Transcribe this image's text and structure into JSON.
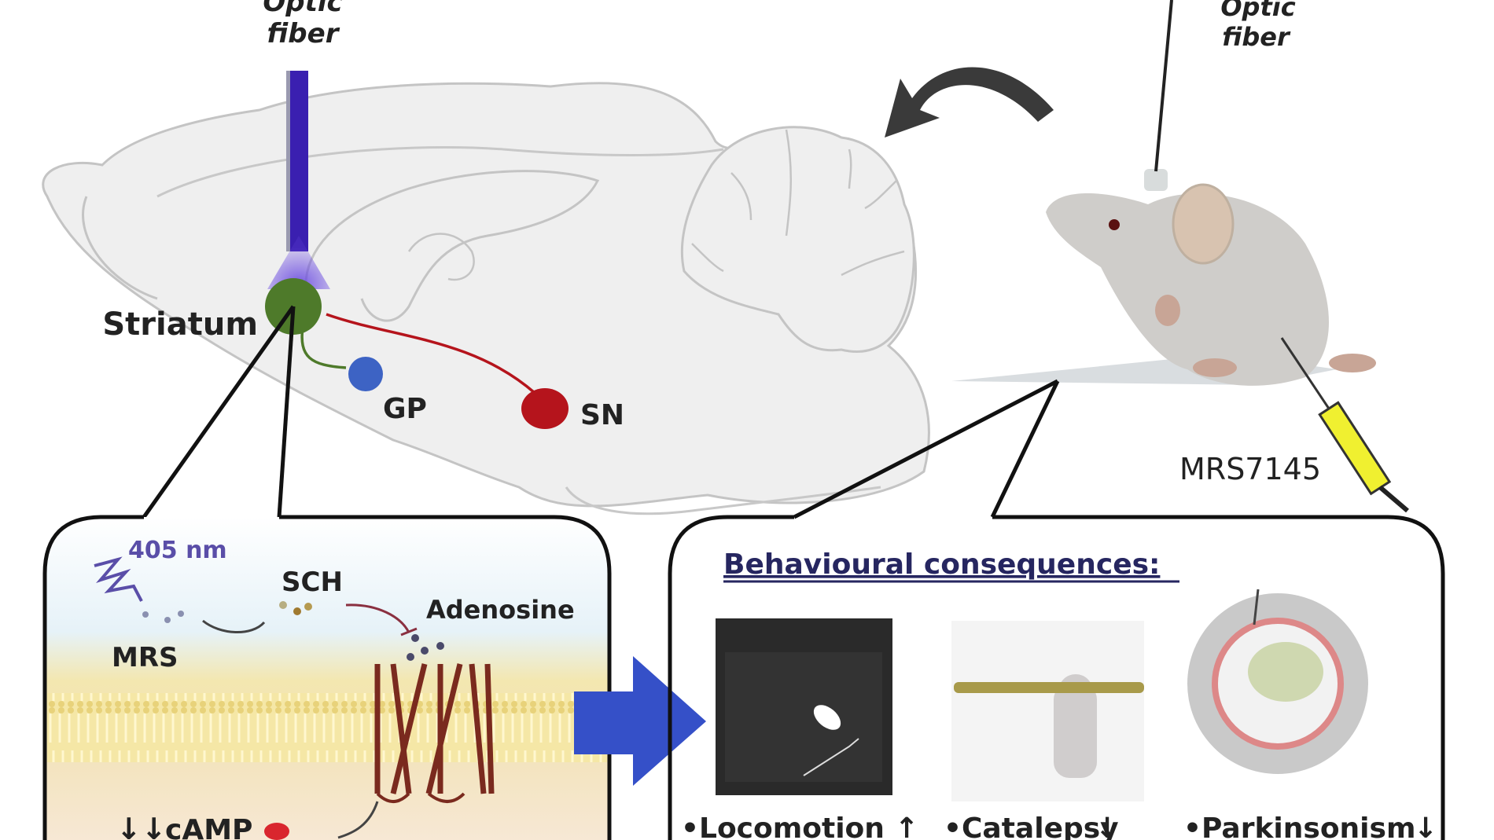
{
  "brain": {
    "optic_fiber_label_line1": "Optic",
    "optic_fiber_label_line2": "fiber",
    "regions": {
      "striatum": "Striatum",
      "gp": "GP",
      "sn": "SN"
    }
  },
  "mouse": {
    "optic_fiber_label_line1": "Optic",
    "optic_fiber_label_line2": "fiber",
    "drug_label": "MRS7145"
  },
  "mechanism": {
    "light_label": "405 nm",
    "mrs_label": "MRS",
    "sch_label": "SCH",
    "adenosine_label": "Adenosine",
    "camp_label": "cAMP",
    "camp_arrows": "↓↓"
  },
  "behaviour": {
    "heading": "Behavioural consequences:",
    "items": [
      {
        "label": "•Locomotion",
        "direction": "↑"
      },
      {
        "label": "•Catalepsy",
        "direction": "↓"
      },
      {
        "label": "•Parkinsonism",
        "direction": "↓"
      }
    ]
  },
  "colors": {
    "fiber": "#3a1fb0",
    "striatum": "#4e7a2a",
    "gp": "#3d63c4",
    "sn": "#b5141c",
    "arrow_blue": "#3550c8",
    "heading": "#262660",
    "light": "#5a4ea8",
    "membrane": "#f2e49a",
    "receptor": "#7a2a1e",
    "brain_fill": "#efefef",
    "brain_stroke": "#c4c4c4",
    "mouse": "#cfcdca"
  }
}
